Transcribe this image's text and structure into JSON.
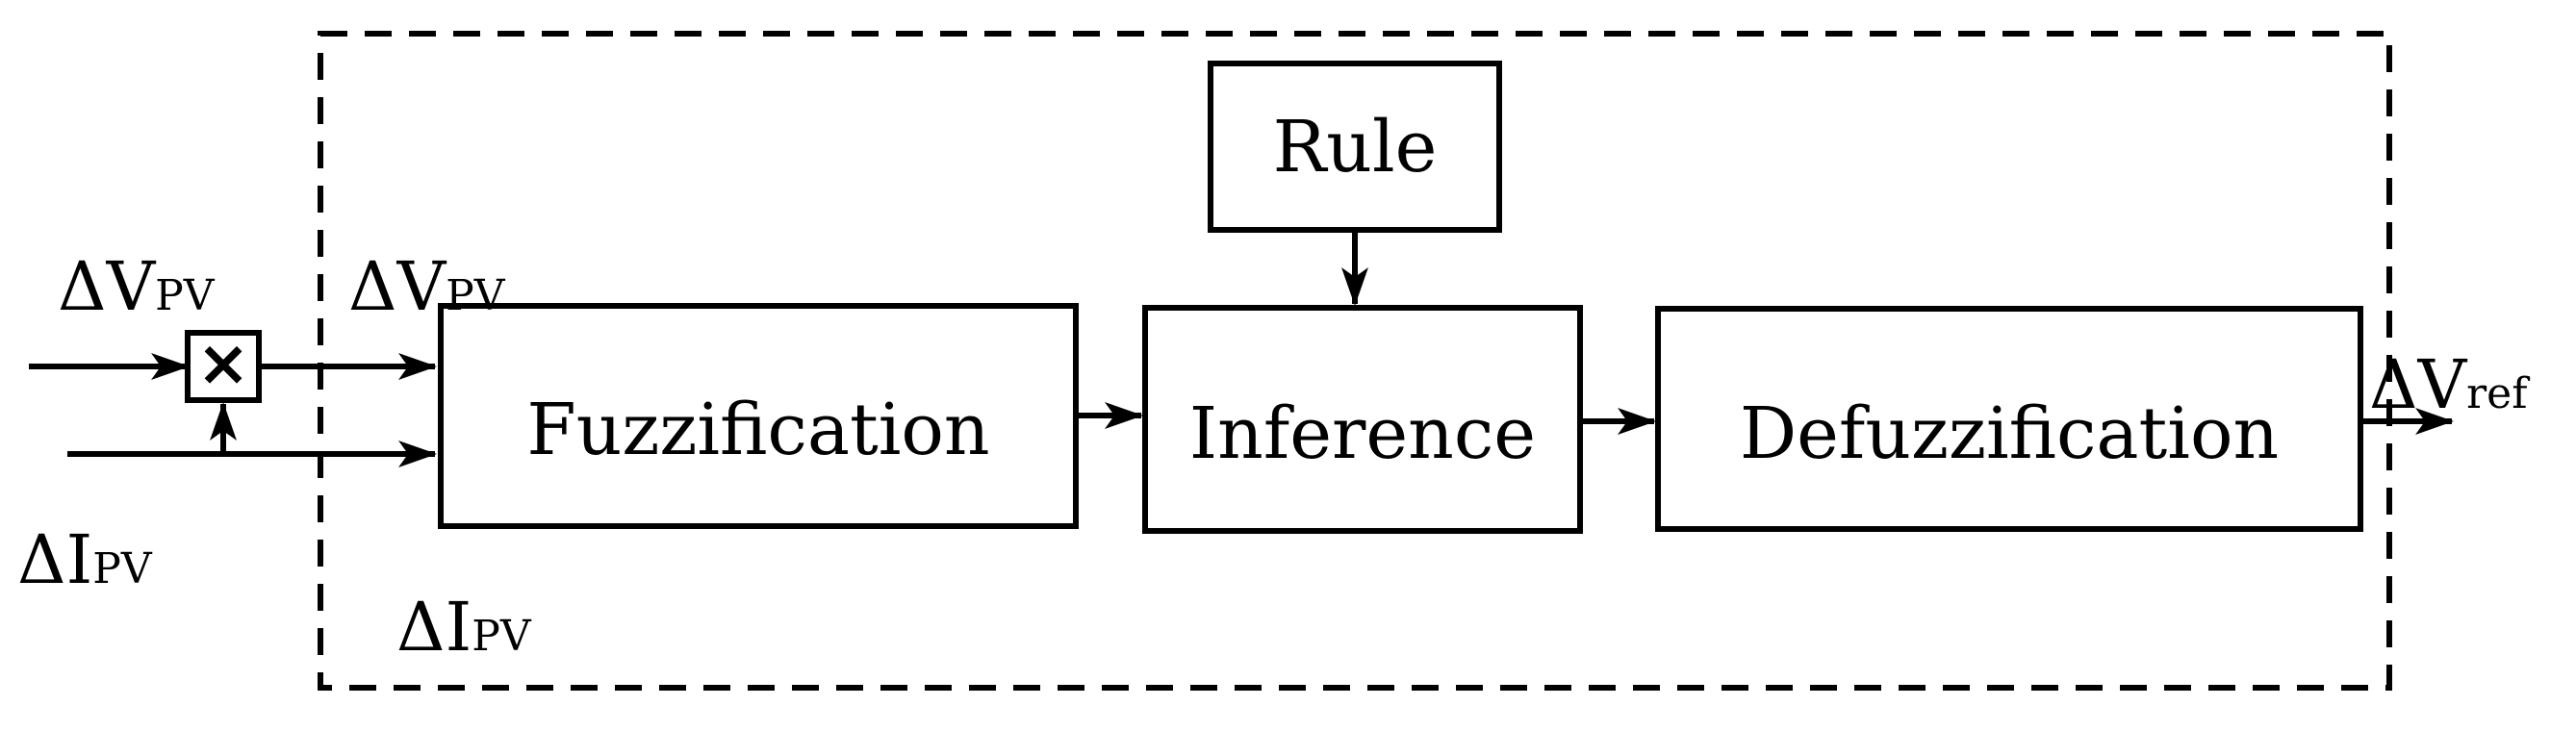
{
  "blocks": {
    "rule": "Rule",
    "fuzzification": "Fuzzification",
    "inference": "Inference",
    "defuzzification": "Defuzzification"
  },
  "signals": {
    "delta": "Δ",
    "voltage_symbol": "V",
    "current_symbol": "I",
    "pv_subscript": "PV",
    "ref_subscript": "ref"
  },
  "multiplier": {
    "symbol": "×"
  },
  "colors": {
    "stroke": "#000000",
    "background": "#ffffff"
  }
}
